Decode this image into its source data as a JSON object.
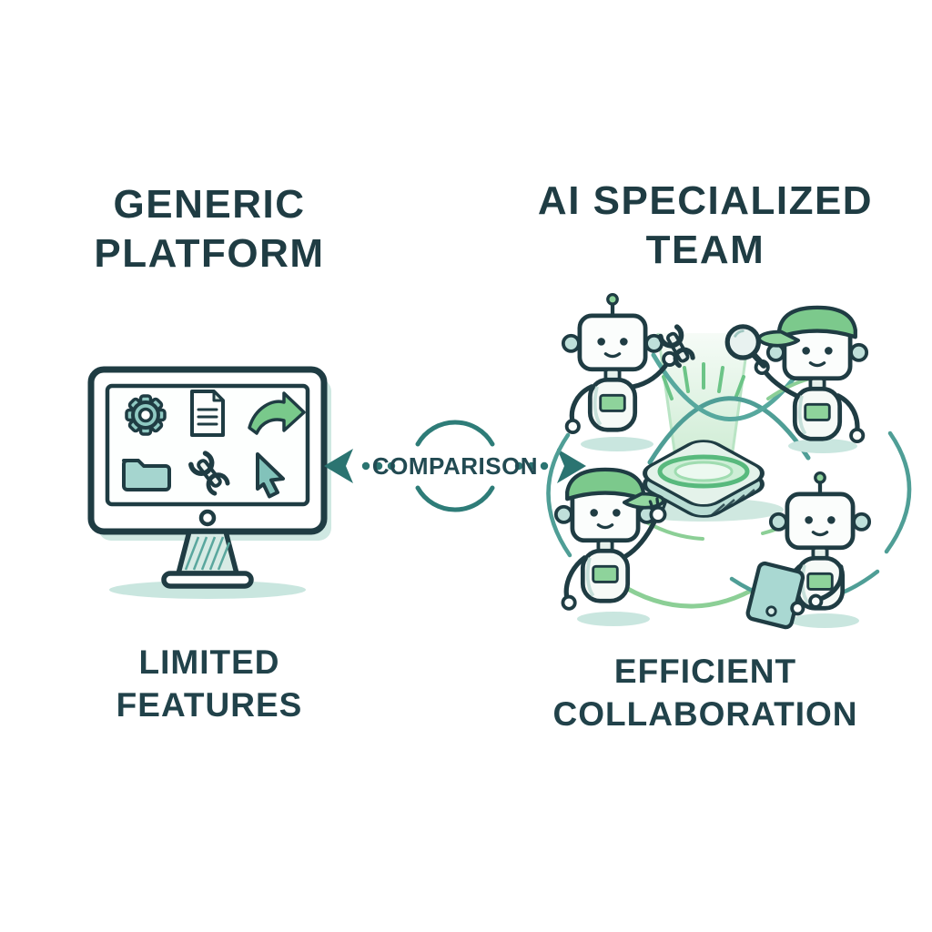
{
  "left_panel": {
    "heading_line1": "GENERIC",
    "heading_line2": "PLATFORM",
    "caption_line1": "LIMITED",
    "caption_line2": "FEATURES",
    "monitor": {
      "icons": [
        "gear-icon",
        "document-icon",
        "share-arrow-icon",
        "folder-icon",
        "wrench-icon",
        "cursor-arrow-icon"
      ]
    }
  },
  "comparison": {
    "label": "COMPARISON",
    "left_arrow": "dotted-arrow-left",
    "right_arrow": "dotted-arrow-right"
  },
  "right_panel": {
    "heading_line1": "AI SPECIALIZED",
    "heading_line2": "TEAM",
    "caption_line1": "EFFICIENT",
    "caption_line2": "COLLABORATION",
    "robots": [
      {
        "name": "robot-with-wrench",
        "accessory": "wrench",
        "headgear": "antenna"
      },
      {
        "name": "robot-with-magnifier",
        "accessory": "magnifying-glass",
        "headgear": "green-cap"
      },
      {
        "name": "robot-waving",
        "accessory": "waving-hand",
        "headgear": "green-cap"
      },
      {
        "name": "robot-with-tablet",
        "accessory": "tablet",
        "headgear": "antenna"
      }
    ],
    "hub": "glowing-platform"
  },
  "colors": {
    "ink": "#1f3c43",
    "teal": "#2b7471",
    "teal_mid": "#4f9e96",
    "teal_light": "#a7d5cf",
    "teal_pale": "#cfe8e2",
    "green": "#79c98b",
    "green_light": "#8ed39b",
    "shadow": "#c9e6df"
  }
}
